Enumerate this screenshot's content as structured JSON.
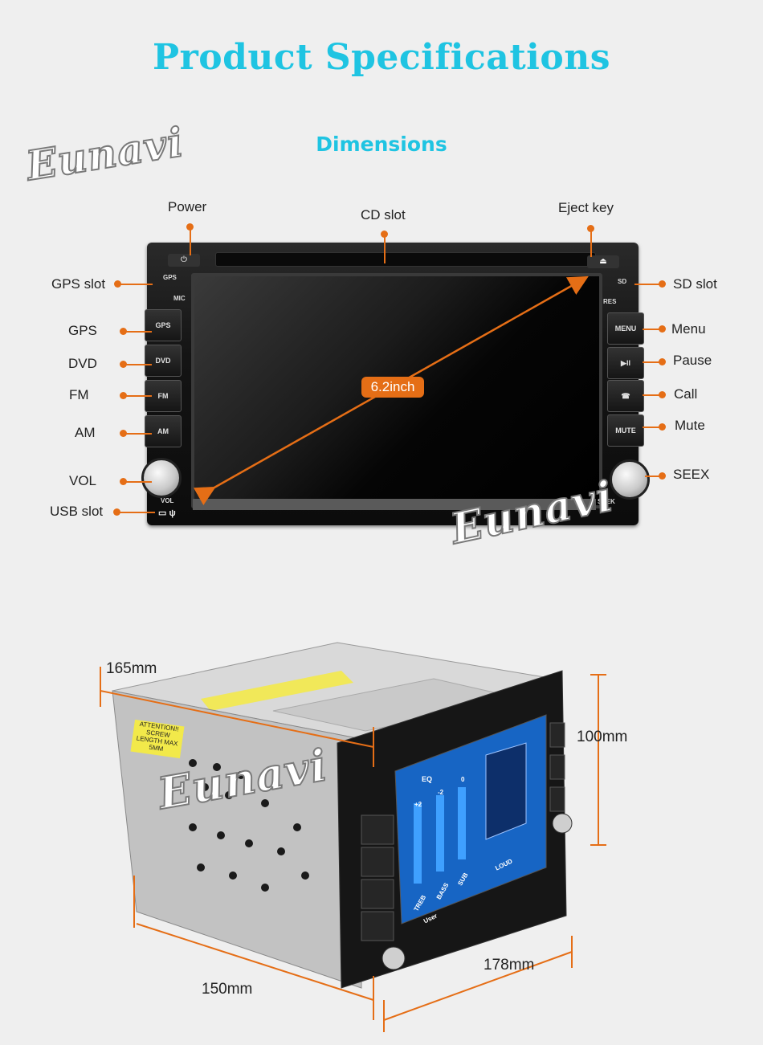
{
  "header": {
    "title": "Product Specifications",
    "subtitle": "Dimensions"
  },
  "watermark": "Eunavi",
  "callouts": {
    "power": "Power",
    "cd_slot": "CD slot",
    "eject_key": "Eject key",
    "gps_slot": "GPS slot",
    "sd_slot": "SD slot",
    "gps": "GPS",
    "dvd": "DVD",
    "fm": "FM",
    "am": "AM",
    "vol": "VOL",
    "usb_slot": "USB slot",
    "menu": "Menu",
    "pause": "Pause",
    "call": "Call",
    "mute": "Mute",
    "seex": "SEEX"
  },
  "screen_size": "6.2inch",
  "device_labels": {
    "gps": "GPS",
    "mic": "MIC",
    "sd": "SD",
    "res": "RES",
    "btn_gps": "GPS",
    "btn_dvd": "DVD",
    "btn_fm": "FM",
    "btn_am": "AM",
    "btn_menu": "MENU",
    "btn_pause": "▶II",
    "btn_call": "☎",
    "btn_mute": "MUTE",
    "vol": "VOL",
    "seek": "SEEK",
    "power_glyph": "⏻",
    "eject_glyph": "⏏"
  },
  "dimensions": {
    "depth": "165mm",
    "height": "100mm",
    "width_front": "178mm",
    "width_body": "150mm"
  },
  "attention_label": "ATTENTION!! SCREW LENGTH MAX 5MM",
  "eq": {
    "label": "EQ",
    "treb": "TREB",
    "bass": "BASS",
    "sub": "SUB",
    "loud": "LOUD",
    "user": "User",
    "v1": "+2",
    "v2": "-2",
    "v3": "0"
  },
  "colors": {
    "accent": "#1fc4e2",
    "callout": "#e56e16"
  }
}
